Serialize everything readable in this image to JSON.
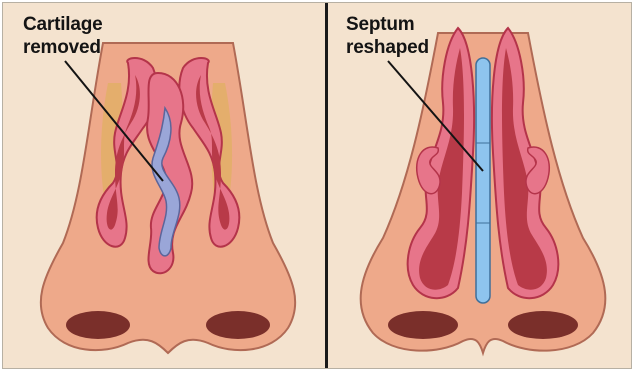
{
  "panels": [
    {
      "id": "left",
      "label_line1": "Cartilage",
      "label_line2": "removed"
    },
    {
      "id": "right",
      "label_line1": "Septum",
      "label_line2": "reshaped"
    }
  ],
  "colors": {
    "background": "#f4e3cf",
    "skin": "#eea98a",
    "mucosa": "#e7758a",
    "inner_cavity": "#b83a48",
    "cartilage": "#9aa6d8",
    "septum": "#8ec4ee",
    "divider": "#1a1a1a"
  }
}
